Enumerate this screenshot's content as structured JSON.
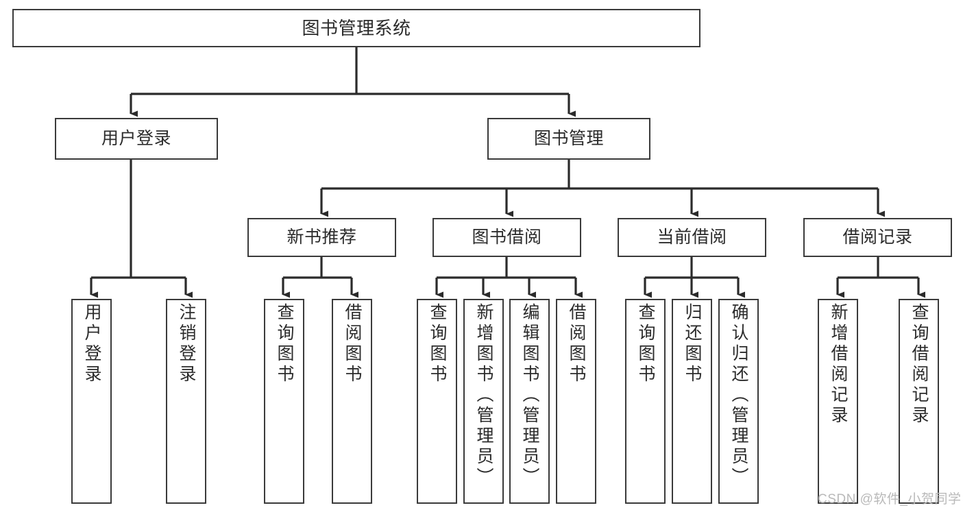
{
  "diagram": {
    "title": "图书管理系统",
    "type": "tree",
    "colors": {
      "box_border": "#3a3a3a",
      "box_fill": "#ffffff",
      "edge": "#2b2b2b",
      "text": "#2b2b2b",
      "watermark": "#b9b9b9",
      "background": "#ffffff"
    },
    "nodes": {
      "root": {
        "label": "图书管理系统"
      },
      "level2": [
        {
          "label": "用户登录"
        },
        {
          "label": "图书管理"
        }
      ],
      "level3": [
        {
          "label": "新书推荐"
        },
        {
          "label": "图书借阅"
        },
        {
          "label": "当前借阅"
        },
        {
          "label": "借阅记录"
        }
      ],
      "leaves_user_login": [
        {
          "label": "用户登录"
        },
        {
          "label": "注销登录"
        }
      ],
      "leaves_new_book": [
        {
          "label": "查询图书"
        },
        {
          "label": "借阅图书"
        }
      ],
      "leaves_borrow": [
        {
          "label": "查询图书"
        },
        {
          "label": "新增图书（管理员）"
        },
        {
          "label": "编辑图书（管理员）"
        },
        {
          "label": "借阅图书"
        }
      ],
      "leaves_current": [
        {
          "label": "查询图书"
        },
        {
          "label": "归还图书"
        },
        {
          "label": "确认归还（管理员）"
        }
      ],
      "leaves_record": [
        {
          "label": "新增借阅记录"
        },
        {
          "label": "查询借阅记录"
        }
      ]
    },
    "watermark": "CSDN @软件_小贺同学"
  }
}
